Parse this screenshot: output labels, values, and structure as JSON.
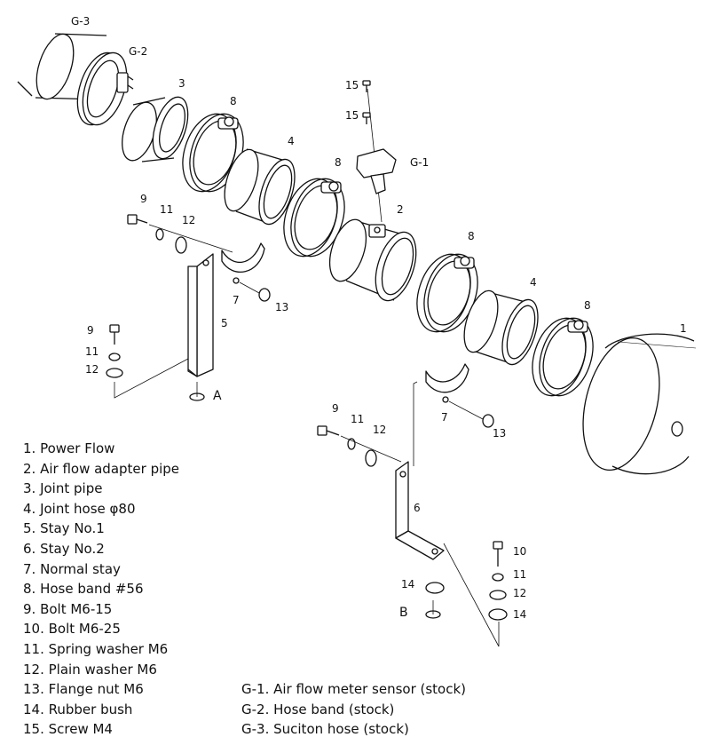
{
  "callouts": {
    "g3": "G-3",
    "g2": "G-2",
    "g1": "G-1",
    "n1": "1",
    "n2": "2",
    "n3": "3",
    "n4": "4",
    "n5": "5",
    "n6": "6",
    "n7": "7",
    "n8": "8",
    "n9": "9",
    "n10": "10",
    "n11": "11",
    "n12": "12",
    "n13": "13",
    "n14": "14",
    "n15": "15",
    "mount_a": "A",
    "mount_b": "B"
  },
  "legend": {
    "parts": [
      "1. Power Flow",
      "2. Air flow adapter pipe",
      "3. Joint pipe",
      "4. Joint hose  φ80",
      "5. Stay No.1",
      "6. Stay No.2",
      "7. Normal stay",
      "8. Hose band  #56",
      "9. Bolt  M6-15",
      "10. Bolt  M6-25",
      "11. Spring washer  M6",
      "12. Plain washer  M6",
      "13. Flange nut  M6",
      "14. Rubber bush",
      "15. Screw  M4"
    ],
    "genuine": [
      "G-1. Air flow meter sensor (stock)",
      "G-2. Hose band (stock)",
      "G-3. Suciton hose (stock)"
    ]
  }
}
